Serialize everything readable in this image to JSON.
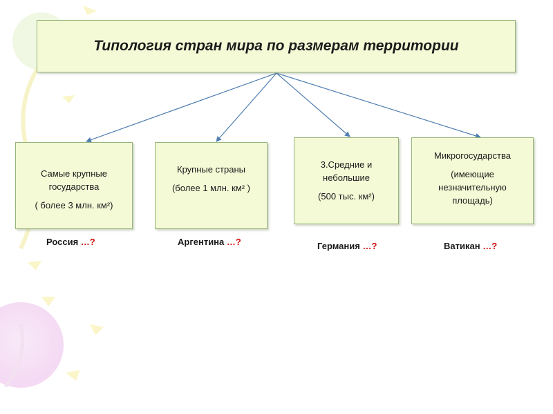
{
  "diagram": {
    "title": "Типология стран мира по размерам территории",
    "categories": [
      {
        "lines": [
          "Самые крупные",
          "государства"
        ],
        "detail": "( более 3 млн. км²)",
        "example": "Россия",
        "example_suffix": " …?"
      },
      {
        "lines": [
          "Крупные страны"
        ],
        "detail": "(более 1 млн. км² )",
        "example": "Аргентина",
        "example_suffix": " …?"
      },
      {
        "lines": [
          "3.Средние и",
          "небольшие"
        ],
        "detail": "(500 тыс. км²)",
        "example": "Германия",
        "example_suffix": " …?"
      },
      {
        "lines": [
          "Микрогосударства"
        ],
        "detail_lines": [
          "(имеющие",
          "незначительную",
          "площадь)"
        ],
        "example": "Ватикан",
        "example_suffix": " …?"
      }
    ]
  },
  "colors": {
    "box_fill": "#f4f9d6",
    "box_border": "#95b67a",
    "arrow": "#4f7eb0",
    "question_mark": "#d01010"
  }
}
